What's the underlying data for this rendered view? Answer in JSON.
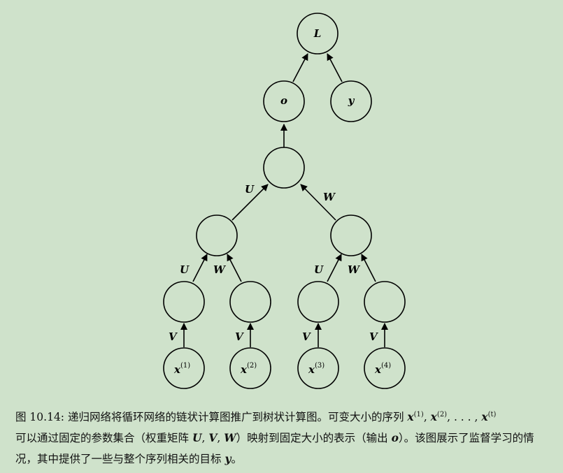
{
  "nodes": {
    "L": {
      "label": "L"
    },
    "o": {
      "label": "o"
    },
    "y": {
      "label": "y"
    },
    "x1": {
      "label": "x",
      "sup": "(1)"
    },
    "x2": {
      "label": "x",
      "sup": "(2)"
    },
    "x3": {
      "label": "x",
      "sup": "(3)"
    },
    "x4": {
      "label": "x",
      "sup": "(4)"
    }
  },
  "edge_labels": {
    "U": "U",
    "W": "W",
    "V": "V"
  },
  "caption": {
    "prefix": "图 10.14: 递归网络将循环网络的链状计算图推广到树状计算图。可变大小的序列 ",
    "seq_x": "x",
    "sup1": "(1)",
    "sep": ", ",
    "sup2": "(2)",
    "dots": ", . . . , ",
    "supt": "(t)",
    "line2_a": "可以通过固定的参数集合（权重矩阵 ",
    "U": "U",
    "comma": ", ",
    "V": "V",
    "W": "W",
    "line2_b": "）映射到固定大小的表示（输出 ",
    "o": "o",
    "line2_c": "）。该图展示了监督学习的情况，其中提供了一些与整个序列相关的目标 ",
    "y": "y",
    "end": "。"
  }
}
